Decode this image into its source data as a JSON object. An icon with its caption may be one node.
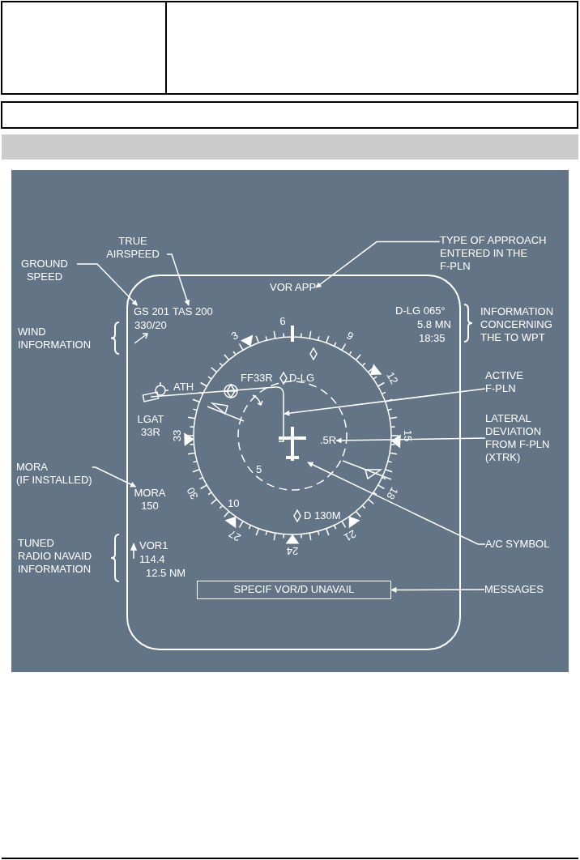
{
  "diagram": {
    "nodes": [
      {
        "text": [
          "GROUND SPEED"
        ]
      },
      {
        "text": [
          "TRUE AIRSPEED"
        ]
      },
      {
        "text": [
          "TYPE OF APPROACH ENTERED IN THE F-PLN"
        ]
      },
      {
        "text": [
          "VOR APP"
        ]
      },
      {
        "text": [
          "GS 201"
        ]
      },
      {
        "text": [
          "TAS 200"
        ]
      },
      {
        "text": [
          "ACTIVE F-PLN"
        ]
      },
      {
        "text": [
          "LATERAL DEVIATION FROM F-PLN (XTRK)"
        ]
      },
      {
        "text": [
          ".5R"
        ]
      },
      {
        "text": [
          "MORA (IF INSTALLED)"
        ]
      },
      {
        "text": [
          "MORA 150"
        ]
      },
      {
        "text": [],
        "shape": "cross"
      },
      {
        "text": [
          "A/C SYMBOL"
        ]
      },
      {
        "text": [
          "SPECIF VOR/D UNAVAIL"
        ]
      },
      {
        "text": [
          "MESSAGES"
        ]
      },
      {
        "text": [],
        "shape": "line"
      }
    ],
    "edges": [
      {
        "from": 0,
        "to": 4,
        "arrow": "to"
      },
      {
        "from": 1,
        "to": 5,
        "arrow": "to"
      },
      {
        "from": 2,
        "to": 3,
        "arrow": "to"
      },
      {
        "from": 6,
        "to": 15,
        "arrow": "to"
      },
      {
        "from": 7,
        "to": 8,
        "arrow": "to"
      },
      {
        "from": 9,
        "to": 10,
        "arrow": "to"
      },
      {
        "from": 12,
        "to": 11,
        "arrow": "to"
      },
      {
        "from": 14,
        "to": 13,
        "arrow": "to"
      }
    ],
    "labels": [
      "WIND INFORMATION",
      "330/20",
      "D-LG 065°",
      "5.8 MN",
      "18:35",
      "INFORMATION CONCERNING THE TO WPT",
      "6",
      "9",
      "3",
      "12",
      "ATH",
      "FF33R",
      "D-LG",
      "LGAT 33R",
      "33",
      "15",
      "5",
      "18",
      "30",
      "10",
      "D 130M",
      "21",
      "27",
      "24",
      "TUNED RADIO NAVAID INFORMATION",
      "VOR1",
      "114.4",
      "12.5 NM"
    ]
  }
}
